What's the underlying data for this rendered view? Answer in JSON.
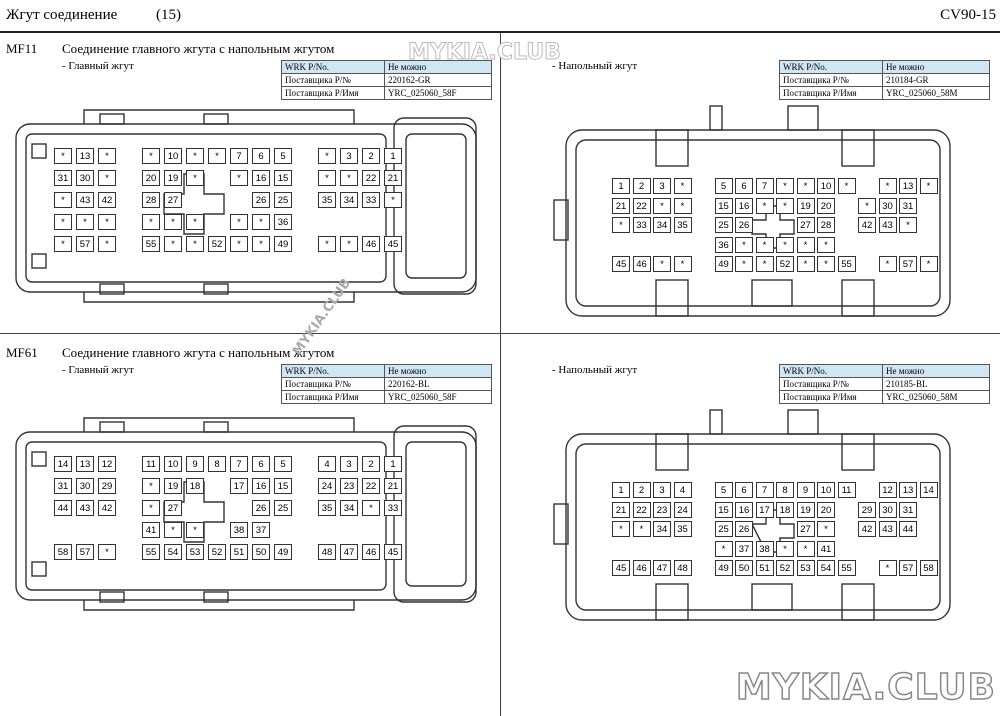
{
  "header": {
    "title": "Жгут соединение",
    "page_num": "(15)",
    "code": "CV90-15"
  },
  "watermark": "MYKIA.CLUB",
  "sections": [
    {
      "code": "MF11",
      "title": "Соединение главного жгута с напольным жгутом",
      "left": {
        "label": "- Главный жгут",
        "table": {
          "r1": [
            "WRK P/No.",
            "Не можно"
          ],
          "r2": [
            "Поставщика P/№",
            "220162-GR"
          ],
          "r3": [
            "Поставщика P/Имя",
            "YRC_025060_58F"
          ]
        },
        "pins": [
          [
            "*",
            "13",
            "*",
            "",
            "*",
            "10",
            "*",
            "*",
            "7",
            "6",
            "5",
            "",
            "*",
            "3",
            "2",
            "1"
          ],
          [
            "31",
            "30",
            "*",
            "",
            "20",
            "19",
            "*",
            "",
            "*",
            "16",
            "15",
            "",
            "*",
            "*",
            "22",
            "21"
          ],
          [
            "*",
            "43",
            "42",
            "",
            "28",
            "27",
            "",
            "",
            "",
            "26",
            "25",
            "",
            "35",
            "34",
            "33",
            "*"
          ],
          [
            "*",
            "*",
            "*",
            "",
            "*",
            "*",
            "*",
            "",
            "*",
            "*",
            "36",
            "",
            "",
            "",
            "",
            ""
          ],
          [
            "*",
            "57",
            "*",
            "",
            "55",
            "*",
            "*",
            "52",
            "*",
            "*",
            "49",
            "",
            "*",
            "*",
            "46",
            "45"
          ]
        ]
      },
      "right": {
        "label": "- Напольный жгут",
        "table": {
          "r1": [
            "WRK P/No.",
            "Не можно"
          ],
          "r2": [
            "Поставщика P/№",
            "210184-GR"
          ],
          "r3": [
            "Поставщика P/Имя",
            "YRC_025060_58M"
          ]
        },
        "pins": [
          [
            "1",
            "2",
            "3",
            "*",
            "",
            "5",
            "6",
            "7",
            "*",
            "*",
            "10",
            "*",
            "",
            "*",
            "13",
            "*"
          ],
          [
            "21",
            "22",
            "*",
            "*",
            "",
            "15",
            "16",
            "*",
            "*",
            "19",
            "20",
            "",
            "*",
            "30",
            "31"
          ],
          [
            "*",
            "33",
            "34",
            "35",
            "",
            "25",
            "26",
            "",
            "",
            "27",
            "28",
            "",
            "42",
            "43",
            "*"
          ],
          [
            "",
            "",
            "",
            "",
            "",
            "36",
            "*",
            "*",
            "*",
            "*",
            "*",
            "",
            "",
            "",
            ""
          ],
          [
            "45",
            "46",
            "*",
            "*",
            "",
            "49",
            "*",
            "*",
            "52",
            "*",
            "*",
            "55",
            "",
            "*",
            "57",
            "*"
          ]
        ]
      }
    },
    {
      "code": "MF61",
      "title": "Соединение главного жгута с напольным жгутом",
      "left": {
        "label": "- Главный жгут",
        "table": {
          "r1": [
            "WRK P/No.",
            "Не можно"
          ],
          "r2": [
            "Поставщика P/№",
            "220162-BL"
          ],
          "r3": [
            "Поставщика P/Имя",
            "YRC_025060_58F"
          ]
        },
        "pins": [
          [
            "14",
            "13",
            "12",
            "",
            "11",
            "10",
            "9",
            "8",
            "7",
            "6",
            "5",
            "",
            "4",
            "3",
            "2",
            "1"
          ],
          [
            "31",
            "30",
            "29",
            "",
            "*",
            "19",
            "18",
            "",
            "17",
            "16",
            "15",
            "",
            "24",
            "23",
            "22",
            "21"
          ],
          [
            "44",
            "43",
            "42",
            "",
            "*",
            "27",
            "",
            "",
            "",
            "26",
            "25",
            "",
            "35",
            "34",
            "*",
            "33"
          ],
          [
            "",
            "",
            "",
            "",
            "41",
            "*",
            "*",
            "",
            "38",
            "37",
            "",
            "",
            "",
            "",
            "",
            ""
          ],
          [
            "58",
            "57",
            "*",
            "",
            "55",
            "54",
            "53",
            "52",
            "51",
            "50",
            "49",
            "",
            "48",
            "47",
            "46",
            "45"
          ]
        ]
      },
      "right": {
        "label": "- Напольный жгут",
        "table": {
          "r1": [
            "WRK P/No.",
            "Не можно"
          ],
          "r2": [
            "Поставщика P/№",
            "210185-BL"
          ],
          "r3": [
            "Поставщика P/Имя",
            "YRC_025060_58M"
          ]
        },
        "pins": [
          [
            "1",
            "2",
            "3",
            "4",
            "",
            "5",
            "6",
            "7",
            "8",
            "9",
            "10",
            "11",
            "",
            "12",
            "13",
            "14"
          ],
          [
            "21",
            "22",
            "23",
            "24",
            "",
            "15",
            "16",
            "17",
            "18",
            "19",
            "20",
            "",
            "29",
            "30",
            "31"
          ],
          [
            "*",
            "*",
            "34",
            "35",
            "",
            "25",
            "26",
            "",
            "",
            "27",
            "*",
            "",
            "42",
            "43",
            "44"
          ],
          [
            "",
            "",
            "",
            "",
            "",
            "*",
            "37",
            "38",
            "*",
            "*",
            "41",
            "",
            "",
            "",
            ""
          ],
          [
            "45",
            "46",
            "47",
            "48",
            "",
            "49",
            "50",
            "51",
            "52",
            "53",
            "54",
            "55",
            "",
            "*",
            "57",
            "58"
          ]
        ]
      }
    }
  ]
}
